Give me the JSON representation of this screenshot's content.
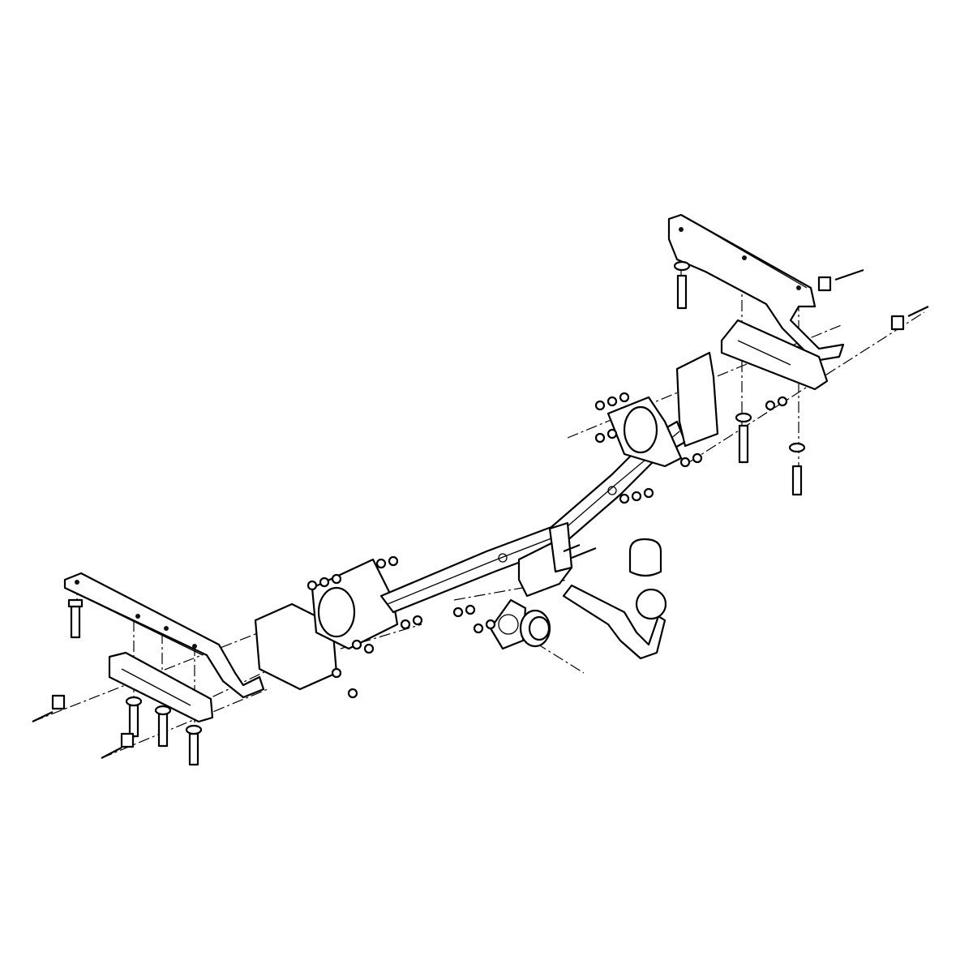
{
  "colors": {
    "line": "#000000",
    "background": "#ffffff"
  },
  "components": [
    "left-vehicle-bracket",
    "left-lower-plate",
    "left-side-mount",
    "main-crossbar",
    "right-side-mount",
    "right-vehicle-bracket",
    "right-lower-plate",
    "ball-neck",
    "ball-cap",
    "electrical-socket",
    "socket-plate",
    "bolts-nuts-washers"
  ]
}
